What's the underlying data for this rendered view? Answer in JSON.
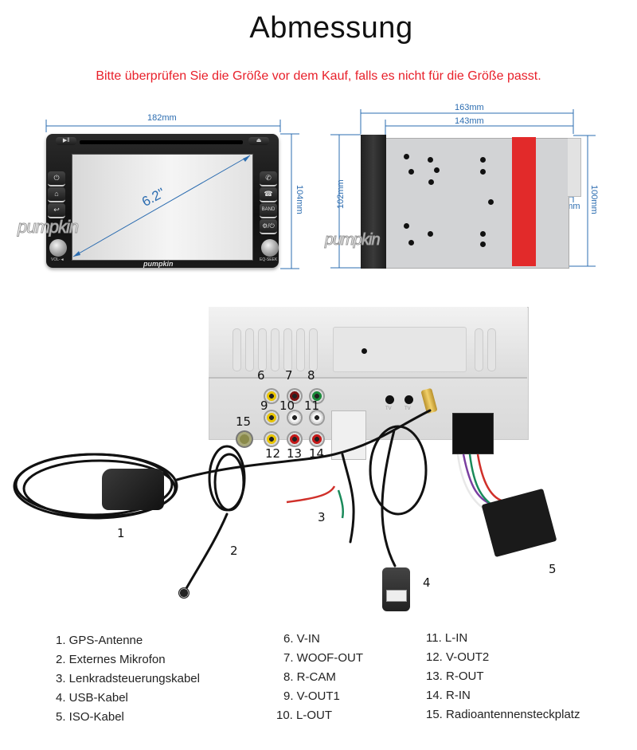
{
  "header": {
    "title": "Abmessung",
    "subtitle": "Bitte überprüfen Sie die Größe vor dem Kauf, falls es nicht für die Größe passt.",
    "subtitle_color": "#e8202a"
  },
  "front_view": {
    "width_label": "182mm",
    "height_label": "104mm",
    "diagonal_label": "6.2\"",
    "brand_logo": "pumpkin",
    "watermark": "pumpkin",
    "left_buttons": [
      "power-icon",
      "home-icon",
      "back-icon"
    ],
    "right_buttons": [
      "call-answer-icon",
      "call-hangup-icon",
      "BAND",
      "settings-icon"
    ],
    "top_left_button": "play-pause-icon",
    "top_right_button": "eject-icon",
    "left_knob_label": "VOL-◄",
    "right_knob_label": "EQ-SEEK",
    "dimension_color": "#2b6cb0"
  },
  "side_view": {
    "total_depth_label": "163mm",
    "chassis_depth_label": "143mm",
    "front_height_label": "102mm",
    "chassis_height_label": "100mm",
    "step_label": "13mm",
    "watermark": "pumpkin",
    "sticker_color": "#e22a2a"
  },
  "rear_view": {
    "port_numbers": [
      "6",
      "7",
      "8",
      "9",
      "10",
      "11",
      "12",
      "13",
      "14",
      "15"
    ],
    "rca_colors": {
      "row1": [
        "#e8c400",
        "#7a1010",
        "#1a8a3a"
      ],
      "row2": [
        "#e8c400",
        "#f4f4f4",
        "#f4f4f4"
      ],
      "row3": [
        "#e8c400",
        "#c41818",
        "#c41818"
      ]
    },
    "tv_labels": [
      "TV",
      "TV"
    ]
  },
  "cable_numbers": [
    "1",
    "2",
    "3",
    "4",
    "5"
  ],
  "legend": {
    "column1": [
      "1. GPS-Antenne",
      "2. Externes Mikrofon",
      "3. Lenkradsteuerungskabel",
      "4. USB-Kabel",
      "5. ISO-Kabel"
    ],
    "column2": [
      "6. V-IN",
      "7. WOOF-OUT",
      "8. R-CAM",
      "9. V-OUT1",
      "10. L-OUT"
    ],
    "column3": [
      "11. L-IN",
      "12. V-OUT2",
      "13. R-OUT",
      "14. R-IN",
      "15. Radioantennensteckplatz"
    ]
  }
}
